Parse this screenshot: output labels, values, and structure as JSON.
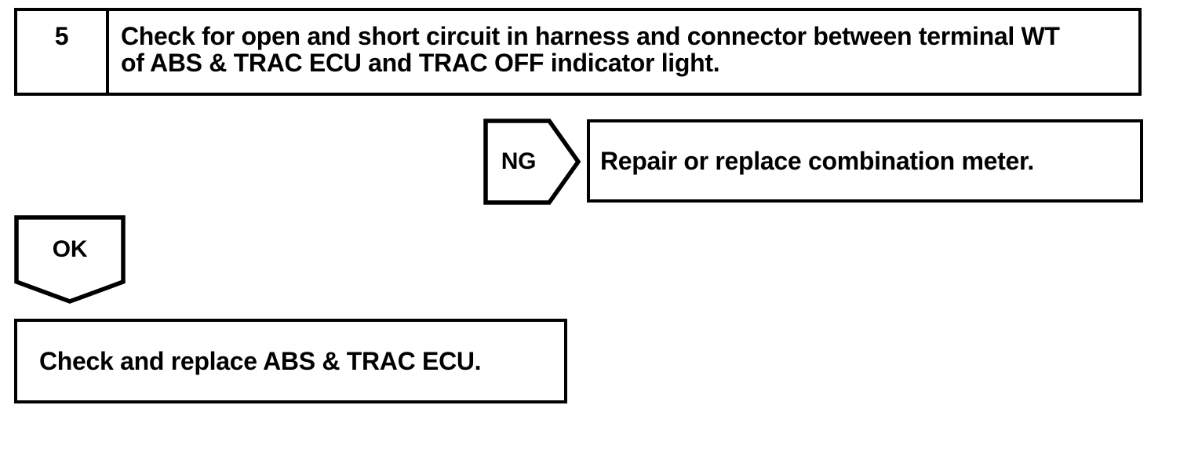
{
  "page": {
    "background": "#ffffff",
    "ink": "#000000"
  },
  "flowchart": {
    "step": {
      "number": "5",
      "instruction": "Check for open and short circuit in harness and connector between terminal WT of ABS & TRAC ECU and TRAC OFF indicator light.",
      "instruction_lines": [
        "Check for open and short circuit in harness and connector between terminal WT",
        "of ABS & TRAC ECU and TRAC OFF indicator light."
      ]
    },
    "ng_branch": {
      "label": "NG",
      "action": "Repair or replace combination meter."
    },
    "ok_branch": {
      "label": "OK",
      "action": "Check and replace ABS & TRAC ECU."
    }
  }
}
